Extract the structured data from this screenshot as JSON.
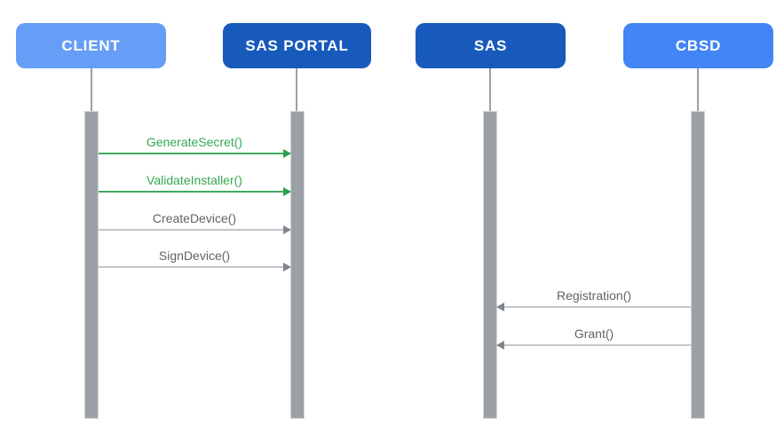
{
  "diagram": {
    "type": "sequence-diagram",
    "actors": [
      {
        "id": "client",
        "label": "CLIENT",
        "color": "#669DF6"
      },
      {
        "id": "sas-portal",
        "label": "SAS PORTAL",
        "color": "#185ABC"
      },
      {
        "id": "sas",
        "label": "SAS",
        "color": "#185ABC"
      },
      {
        "id": "cbsd",
        "label": "CBSD",
        "color": "#4285F4"
      }
    ],
    "messages": [
      {
        "label": "GenerateSecret()",
        "from": "CLIENT",
        "to": "SAS PORTAL",
        "direction": "right",
        "color": "#34A853"
      },
      {
        "label": "ValidateInstaller()",
        "from": "CLIENT",
        "to": "SAS PORTAL",
        "direction": "right",
        "color": "#34A853"
      },
      {
        "label": "CreateDevice()",
        "from": "CLIENT",
        "to": "SAS PORTAL",
        "direction": "right",
        "color": "#5F6368"
      },
      {
        "label": "SignDevice()",
        "from": "CLIENT",
        "to": "SAS PORTAL",
        "direction": "right",
        "color": "#5F6368"
      },
      {
        "label": "Registration()",
        "from": "CBSD",
        "to": "SAS",
        "direction": "left",
        "color": "#5F6368"
      },
      {
        "label": "Grant()",
        "from": "CBSD",
        "to": "SAS",
        "direction": "left",
        "color": "#5F6368"
      }
    ],
    "palette": {
      "blue_light": "#669DF6",
      "blue_dark": "#185ABC",
      "blue_mid": "#4285F4",
      "green_text": "#34A853",
      "green_line": "#41AB5F",
      "green_head": "#2E9E4F",
      "gray_text": "#5F6368",
      "gray_line": "#C4C7CB",
      "gray_head": "#80868B",
      "bar": "#9AA0A6",
      "bar_border": "#D3D6D9",
      "lifeline": "#9AA0A6",
      "background": "#FFFFFF"
    }
  }
}
